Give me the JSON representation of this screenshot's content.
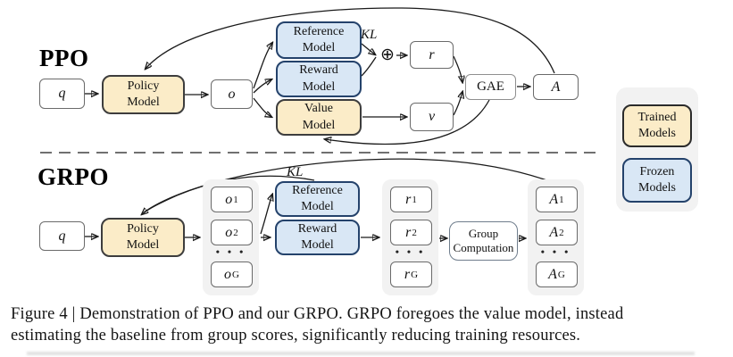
{
  "figure_type": "paper-figure",
  "ppo": {
    "section_label": "PPO",
    "q": "q",
    "policy": "Policy\nModel",
    "o": "o",
    "reference": "Reference\nModel",
    "reward": "Reward\nModel",
    "value": "Value\nModel",
    "kl": "KL",
    "oplus": "⊕",
    "r": "r",
    "v": "v",
    "gae": "GAE",
    "a": "A"
  },
  "grpo": {
    "section_label": "GRPO",
    "q": "q",
    "policy": "Policy\nModel",
    "kl": "KL",
    "reference": "Reference\nModel",
    "reward": "Reward\nModel",
    "group_computation": "Group\nComputation",
    "dots": "• • •",
    "o_items": [
      {
        "base": "o",
        "sub": "1"
      },
      {
        "base": "o",
        "sub": "2"
      },
      {
        "base": "o",
        "sub": "G"
      }
    ],
    "r_items": [
      {
        "base": "r",
        "sub": "1"
      },
      {
        "base": "r",
        "sub": "2"
      },
      {
        "base": "r",
        "sub": "G"
      }
    ],
    "a_items": [
      {
        "base": "A",
        "sub": "1"
      },
      {
        "base": "A",
        "sub": "2"
      },
      {
        "base": "A",
        "sub": "G"
      }
    ]
  },
  "legend": {
    "trained": "Trained\nModels",
    "frozen": "Frozen\nModels"
  },
  "caption": {
    "line1": "Figure 4 | Demonstration of PPO and our GRPO. GRPO foregoes the value model, instead",
    "line2": "estimating the baseline from group scores, significantly reducing training resources."
  },
  "colors": {
    "trained_fill": "#fbecc8",
    "frozen_fill": "#d9e7f5",
    "frozen_border": "#24426b",
    "trained_border": "#3d3d3d",
    "group_background": "#f2f2f2",
    "divider": "#9e9e9e",
    "arrow": "#1a1a1a"
  }
}
